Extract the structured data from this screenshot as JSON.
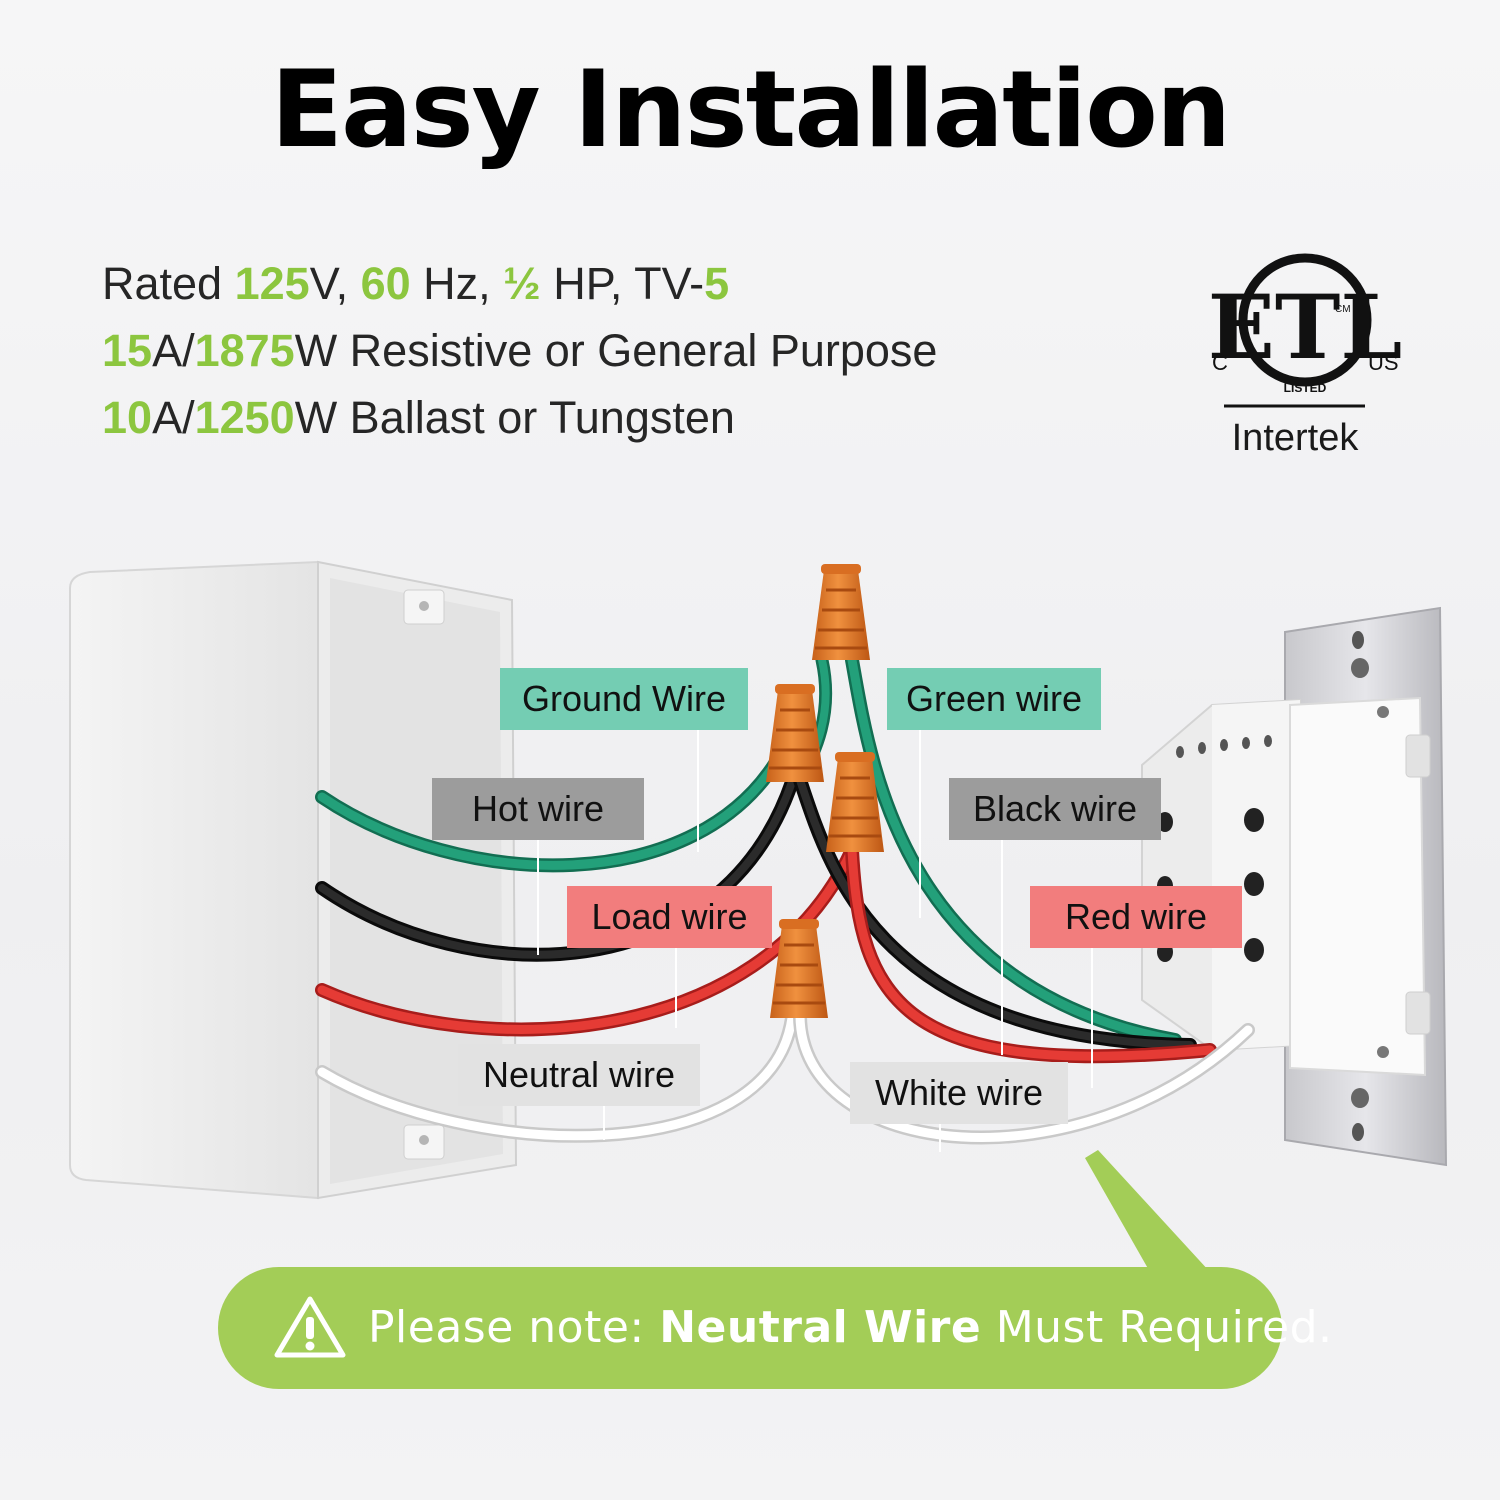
{
  "title": "Easy Installation",
  "specs": {
    "line1": {
      "a": "Rated ",
      "b": "125",
      "c": "V, ",
      "d": "60",
      "e": " Hz, ",
      "f": "½",
      "g": " HP, TV-",
      "h": "5"
    },
    "line2": {
      "a": "15",
      "b": "A/",
      "c": "1875",
      "d": "W Resistive or General Purpose"
    },
    "line3": {
      "a": "10",
      "b": "A/",
      "c": "1250",
      "d": "W Ballast or Tungsten"
    }
  },
  "certification": {
    "mark": "ETL",
    "c": "C",
    "us": "US",
    "listed": "LISTED",
    "cm": "CM",
    "brand": "Intertek"
  },
  "labels": {
    "ground": "Ground Wire",
    "green": "Green wire",
    "hot": "Hot wire",
    "black": "Black wire",
    "load": "Load wire",
    "red": "Red wire",
    "neutral": "Neutral wire",
    "white": "White wire"
  },
  "note": {
    "prefix": "Please note: ",
    "bold": "Neutral Wire",
    "suffix": " Must Required."
  },
  "colors": {
    "accent_green": "#8cc63f",
    "note_bg": "#a3cd57",
    "wire_green": "#1f9a72",
    "wire_black": "#1b1b1b",
    "wire_red": "#e23a35",
    "wire_white": "#ffffff",
    "connector": "#e07a27"
  },
  "icons": {
    "warning": "warning-triangle-icon"
  }
}
